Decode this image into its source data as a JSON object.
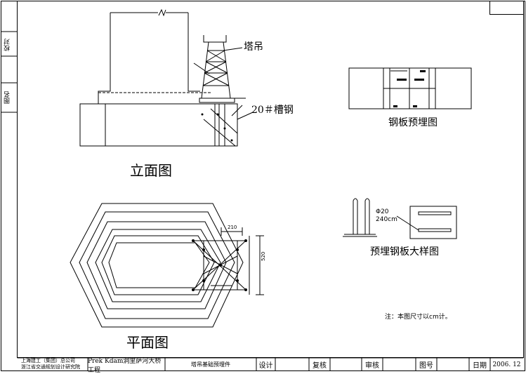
{
  "side_labels": {
    "check": "校对",
    "drawing_name": "图名"
  },
  "elevation": {
    "title": "立面图",
    "tower_crane_label": "塔吊",
    "channel_steel_label": "20＃槽钢"
  },
  "plan": {
    "title": "平面图",
    "dim_top": "210",
    "dim_right": "520"
  },
  "steel_plate": {
    "title": "钢板预埋图"
  },
  "detail": {
    "title": "预埋钢板大样图",
    "dim_line1": "Φ20",
    "dim_line2": "240cm"
  },
  "note": "注：本图尺寸以cm计。",
  "title_block": {
    "company_line1": "上海建工（集团）总公司",
    "company_line2": "浙江省交通规划设计研究院",
    "project": "Prek Kdam洞里萨河大桥工程",
    "drawing": "塔吊基础预埋件",
    "design": "设计",
    "recheck": "复核",
    "review": "审核",
    "drawing_no": "图号",
    "date_label": "日期",
    "date_value": "2006. 12"
  }
}
